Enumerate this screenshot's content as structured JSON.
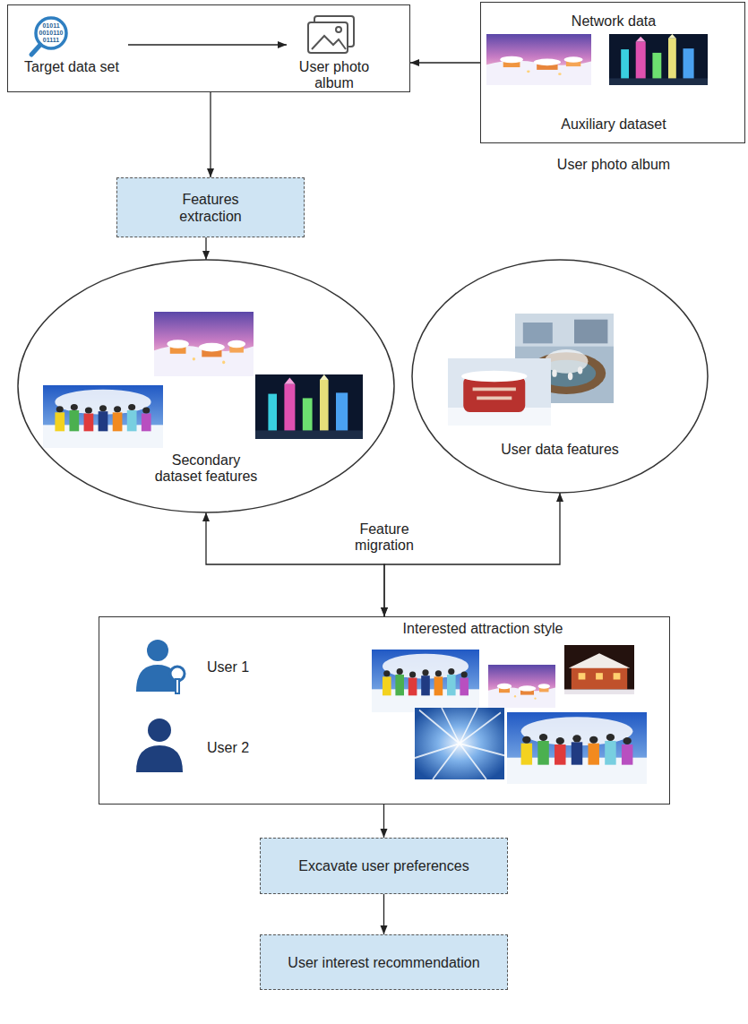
{
  "diagram": {
    "nodes": [
      {
        "text": []
      },
      {
        "text": [
          "Target data set"
        ],
        "in": 0
      },
      {
        "text": [
          "User photo album"
        ],
        "in": 0
      },
      {
        "text": [
          "Network data",
          "Auxiliary dataset",
          "User photo album"
        ]
      },
      {
        "text": [
          "Features extraction"
        ]
      },
      {
        "text": [
          "Secondary dataset features"
        ]
      },
      {
        "text": [
          "User data features"
        ]
      },
      {
        "text": [
          "User 1",
          "User 2",
          "Interested attraction style"
        ]
      },
      {
        "text": [
          "Excavate user preferences"
        ]
      },
      {
        "text": [
          "User interest recommendation"
        ]
      }
    ],
    "edges": [
      {
        "from": 1,
        "to": 2,
        "arrow": "to"
      },
      {
        "from": 3,
        "to": 0,
        "arrow": "to"
      },
      {
        "from": 0,
        "to": 4,
        "arrow": "to"
      },
      {
        "from": 4,
        "to": 5,
        "arrow": "to"
      },
      {
        "from": 5,
        "to": 7,
        "label": "Feature migration",
        "arrow": "both"
      },
      {
        "from": 6,
        "to": 7,
        "arrow": "both"
      },
      {
        "from": 7,
        "to": 8,
        "arrow": "to"
      },
      {
        "from": 8,
        "to": 9,
        "arrow": "to"
      }
    ],
    "labels": [
      "01011",
      "0010110",
      "01111"
    ]
  }
}
